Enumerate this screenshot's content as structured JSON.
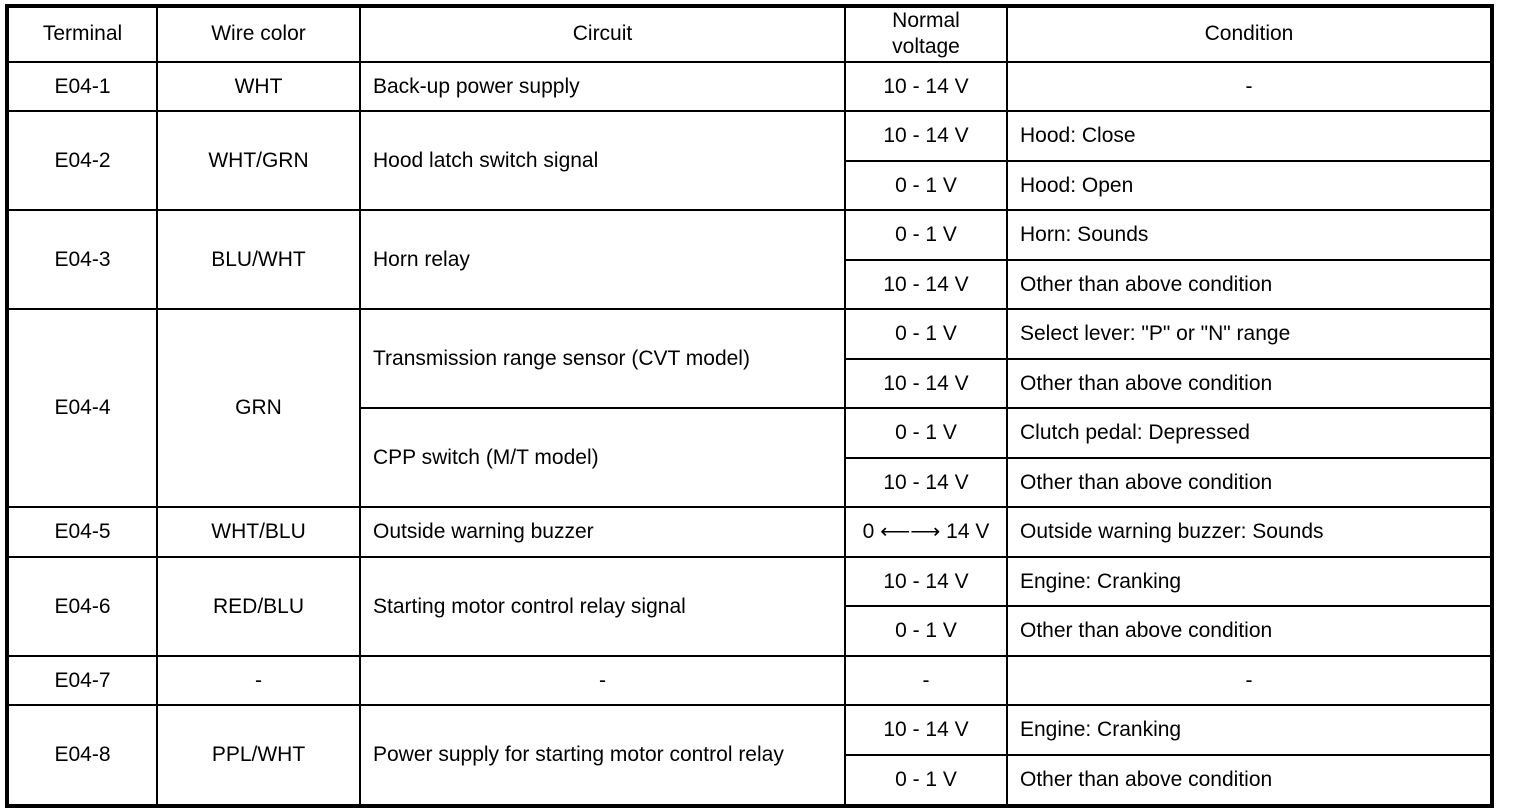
{
  "table": {
    "headers": {
      "terminal": "Terminal",
      "wire_color": "Wire color",
      "circuit": "Circuit",
      "normal_voltage_line1": "Normal",
      "normal_voltage_line2": "voltage",
      "condition": "Condition"
    },
    "placeholder_dash": "-",
    "rows": [
      {
        "terminal": "E04-1",
        "wire_color": "WHT",
        "circuits": [
          {
            "name": "Back-up power supply",
            "entries": [
              {
                "voltage": "10 - 14 V",
                "condition": "-"
              }
            ]
          }
        ]
      },
      {
        "terminal": "E04-2",
        "wire_color": "WHT/GRN",
        "circuits": [
          {
            "name": "Hood latch switch signal",
            "entries": [
              {
                "voltage": "10 - 14 V",
                "condition": "Hood: Close"
              },
              {
                "voltage": "0 - 1 V",
                "condition": "Hood: Open"
              }
            ]
          }
        ]
      },
      {
        "terminal": "E04-3",
        "wire_color": "BLU/WHT",
        "circuits": [
          {
            "name": "Horn relay",
            "entries": [
              {
                "voltage": "0 - 1 V",
                "condition": "Horn: Sounds"
              },
              {
                "voltage": "10 - 14 V",
                "condition": "Other than above condition"
              }
            ]
          }
        ]
      },
      {
        "terminal": "E04-4",
        "wire_color": "GRN",
        "circuits": [
          {
            "name": "Transmission range sensor (CVT model)",
            "entries": [
              {
                "voltage": "0 - 1 V",
                "condition": "Select lever: \"P\" or \"N\" range"
              },
              {
                "voltage": "10 - 14 V",
                "condition": "Other than above condition"
              }
            ]
          },
          {
            "name": "CPP switch (M/T model)",
            "entries": [
              {
                "voltage": "0 - 1 V",
                "condition": "Clutch pedal: Depressed"
              },
              {
                "voltage": "10 - 14 V",
                "condition": "Other than above condition"
              }
            ]
          }
        ]
      },
      {
        "terminal": "E04-5",
        "wire_color": "WHT/BLU",
        "circuits": [
          {
            "name": "Outside warning buzzer",
            "entries": [
              {
                "voltage": "0 ⟵⟶ 14 V",
                "condition": "Outside warning buzzer: Sounds"
              }
            ]
          }
        ]
      },
      {
        "terminal": "E04-6",
        "wire_color": "RED/BLU",
        "circuits": [
          {
            "name": "Starting motor control relay signal",
            "entries": [
              {
                "voltage": "10 - 14 V",
                "condition": "Engine: Cranking"
              },
              {
                "voltage": "0 - 1 V",
                "condition": "Other than above condition"
              }
            ]
          }
        ]
      },
      {
        "terminal": "E04-7",
        "wire_color": "-",
        "circuits": [
          {
            "name": "-",
            "entries": [
              {
                "voltage": "-",
                "condition": "-"
              }
            ]
          }
        ]
      },
      {
        "terminal": "E04-8",
        "wire_color": "PPL/WHT",
        "circuits": [
          {
            "name": "Power supply for starting motor control relay",
            "entries": [
              {
                "voltage": "10 - 14 V",
                "condition": "Engine: Cranking"
              },
              {
                "voltage": "0 - 1 V",
                "condition": "Other than above condition"
              }
            ]
          }
        ]
      }
    ]
  },
  "colors": {
    "border": "#000000",
    "text": "#000000",
    "background": "#ffffff"
  }
}
